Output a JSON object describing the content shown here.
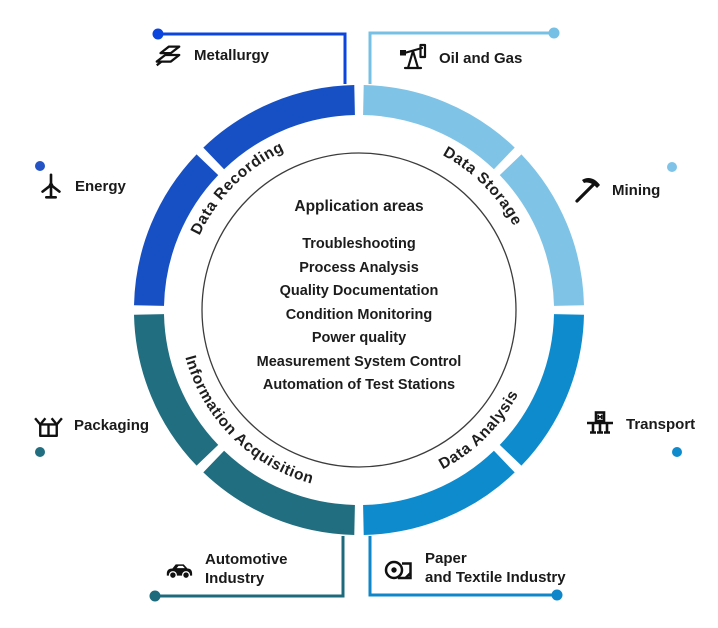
{
  "center": {
    "heading": "Application areas",
    "items": [
      "Troubleshooting",
      "Process Analysis",
      "Quality Documentation",
      "Condition Monitoring",
      "Power quality",
      "Measurement System Control",
      "Automation of Test Stations"
    ]
  },
  "ring": {
    "segments": [
      {
        "label": "Data Recording",
        "color": "#1750c5"
      },
      {
        "label": "Data Storage",
        "color": "#7fc3e6"
      },
      {
        "label": "Data Analysis",
        "color": "#0e8bcd"
      },
      {
        "label": "Information Acquisition",
        "color": "#216e80"
      }
    ]
  },
  "industries": [
    {
      "lines": [
        "Metallurgy"
      ],
      "icon": "metallurgy-icon",
      "accent": "#0b45dd"
    },
    {
      "lines": [
        "Oil and Gas"
      ],
      "icon": "pumpjack-icon",
      "accent": "#76c0e6"
    },
    {
      "lines": [
        "Energy"
      ],
      "icon": "wind-turbine-icon",
      "accent": "#2453c6"
    },
    {
      "lines": [
        "Mining"
      ],
      "icon": "pickaxe-icon",
      "accent": "#7fc4e8"
    },
    {
      "lines": [
        "Packaging"
      ],
      "icon": "open-box-icon",
      "accent": "#216e80"
    },
    {
      "lines": [
        "Transport"
      ],
      "icon": "gantry-crane-icon",
      "accent": "#0e8bcd"
    },
    {
      "lines": [
        "Automotive",
        "Industry"
      ],
      "icon": "car-icon",
      "accent": "#1d6a7d"
    },
    {
      "lines": [
        "Paper",
        "and Textile Industry"
      ],
      "icon": "paper-roll-icon",
      "accent": "#0e86c9"
    }
  ]
}
